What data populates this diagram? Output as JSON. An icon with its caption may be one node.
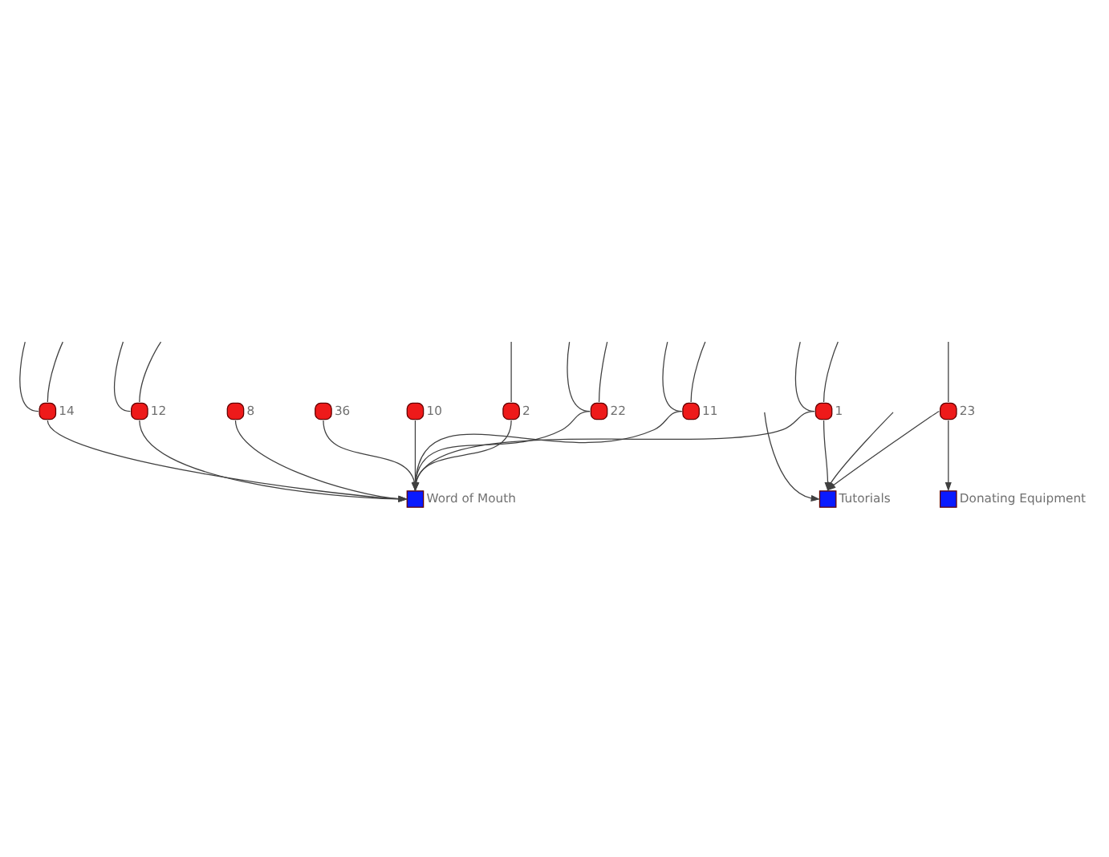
{
  "diagram": {
    "nodes": [
      {
        "text": [
          "14"
        ]
      },
      {
        "text": [
          "2"
        ]
      },
      {
        "text": [
          "22"
        ]
      },
      {
        "text": [
          "11"
        ]
      },
      {
        "text": [
          "1"
        ]
      },
      {
        "text": [
          "Tutorials"
        ]
      },
      {
        "text": [
          "23"
        ]
      },
      {
        "text": [
          "12"
        ]
      },
      {
        "text": [
          "Word of Mouth"
        ]
      },
      {
        "text": [
          "8"
        ]
      },
      {
        "text": [
          "36"
        ]
      },
      {
        "text": [
          "Donating Equipment"
        ]
      },
      {
        "text": [
          "10"
        ]
      }
    ],
    "edges": [
      {
        "from": null,
        "to": 0,
        "arrow": "none"
      },
      {
        "from": null,
        "to": 0,
        "arrow": "none"
      },
      {
        "from": null,
        "to": 2,
        "arrow": "none"
      },
      {
        "from": null,
        "to": 2,
        "arrow": "none"
      },
      {
        "from": null,
        "to": 3,
        "arrow": "none"
      },
      {
        "from": null,
        "to": 3,
        "arrow": "none"
      },
      {
        "from": null,
        "to": 4,
        "arrow": "none"
      },
      {
        "from": null,
        "to": 4,
        "arrow": "none"
      },
      {
        "from": null,
        "to": 1,
        "arrow": "none"
      },
      {
        "from": null,
        "to": 5,
        "arrow": "to"
      },
      {
        "from": null,
        "to": 5,
        "arrow": "to"
      },
      {
        "from": null,
        "to": 6,
        "arrow": "none"
      },
      {
        "from": null,
        "to": 7,
        "arrow": "none"
      },
      {
        "from": null,
        "to": 7,
        "arrow": "none"
      },
      {
        "from": 4,
        "to": 5,
        "arrow": "to"
      },
      {
        "from": 6,
        "to": 5,
        "arrow": "to"
      },
      {
        "from": 3,
        "to": 8,
        "arrow": "to"
      },
      {
        "from": 4,
        "to": 8,
        "arrow": "to"
      },
      {
        "from": 2,
        "to": 8,
        "arrow": "to"
      },
      {
        "from": 0,
        "to": 8,
        "arrow": "to"
      },
      {
        "from": 1,
        "to": 8,
        "arrow": "to"
      },
      {
        "from": 7,
        "to": 8,
        "arrow": "to"
      },
      {
        "from": 9,
        "to": 8,
        "arrow": "to"
      },
      {
        "from": 10,
        "to": 8,
        "arrow": "to"
      },
      {
        "from": 12,
        "to": 8,
        "arrow": "to"
      },
      {
        "from": 6,
        "to": 11,
        "arrow": "to"
      }
    ]
  }
}
